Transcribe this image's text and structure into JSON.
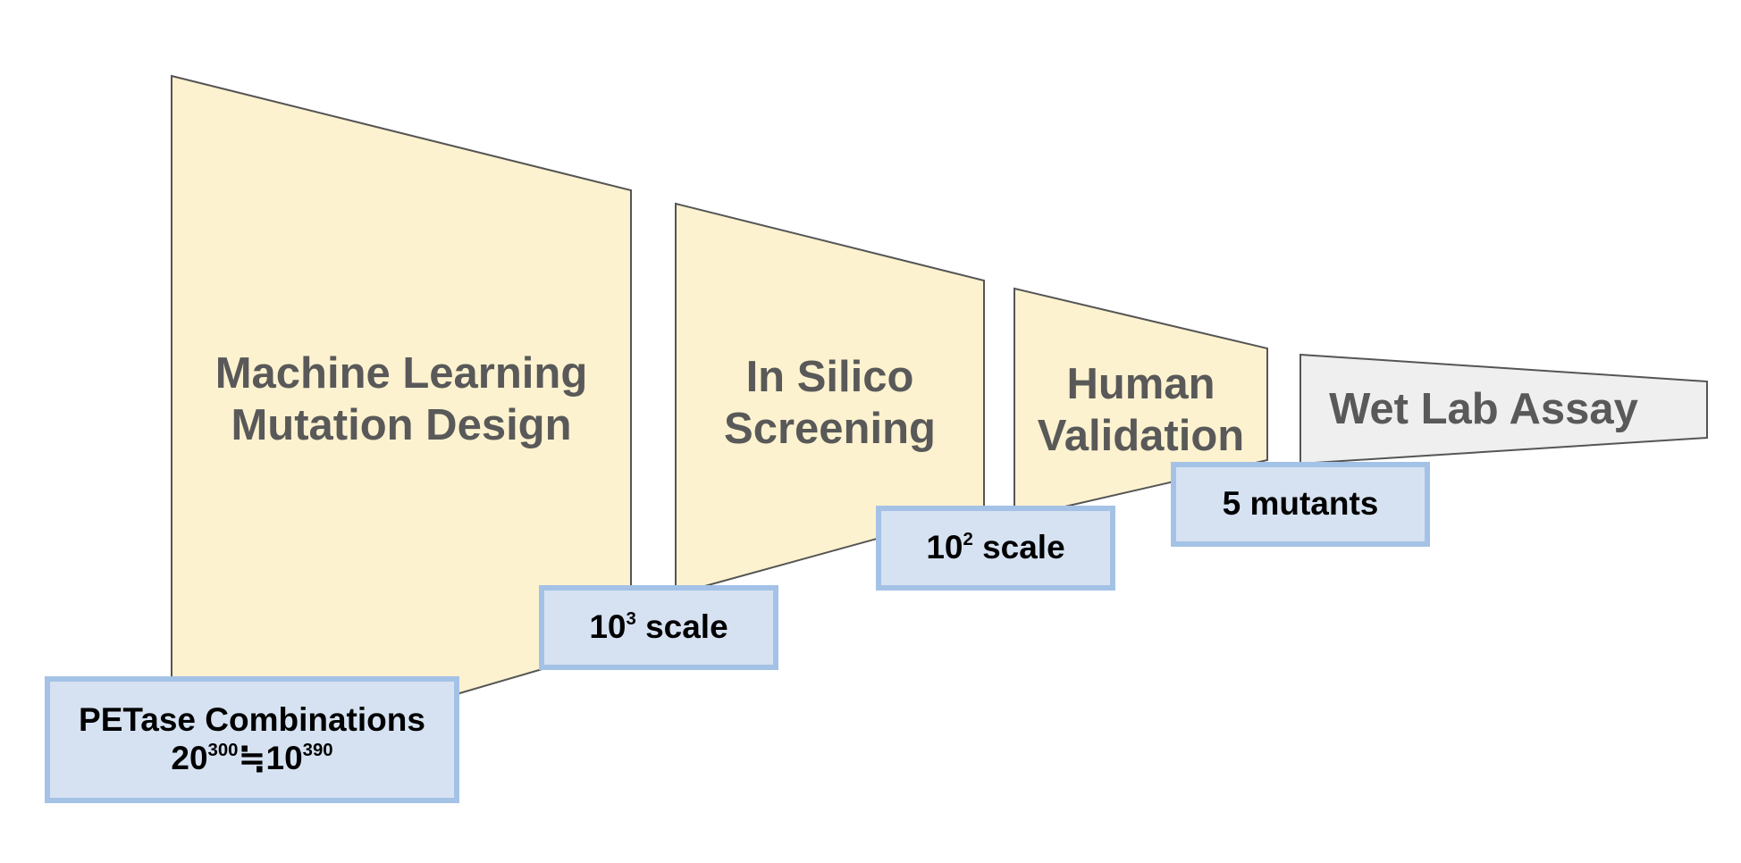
{
  "stages": [
    {
      "line1": "Machine Learning",
      "line2": "Mutation Design"
    },
    {
      "line1": "In Silico",
      "line2": "Screening"
    },
    {
      "line1": "Human",
      "line2": "Validation"
    },
    {
      "line1": "Wet Lab Assay"
    }
  ],
  "boxes": {
    "combinations": {
      "label": "PETase Combinations",
      "base1": "20",
      "exp1": "300",
      "approx": "≒",
      "base2": "10",
      "exp2": "390"
    },
    "scale_1": {
      "base": "10",
      "exp": "3",
      "label": "scale"
    },
    "scale_2": {
      "base": "10",
      "exp": "2",
      "label": "scale"
    },
    "mutants": {
      "label": "5 mutants"
    }
  },
  "colors": {
    "stage_fill": "#fdf2cf",
    "final_stage_fill": "#efefef",
    "stage_outline": "#555555",
    "box_fill": "#d6e2f1",
    "box_border": "#a4c2e6",
    "stage_text": "#595959",
    "box_text": "#000000"
  }
}
